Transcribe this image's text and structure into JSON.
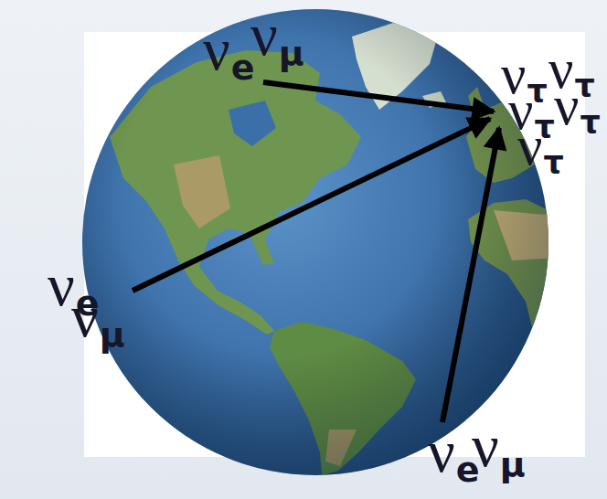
{
  "diagram": {
    "labels": [
      "νe",
      "νμ",
      "ντ",
      "ντ",
      "ντ",
      "ντ",
      "ντ",
      "νe",
      "νμ",
      "νe",
      "νμ"
    ]
  }
}
